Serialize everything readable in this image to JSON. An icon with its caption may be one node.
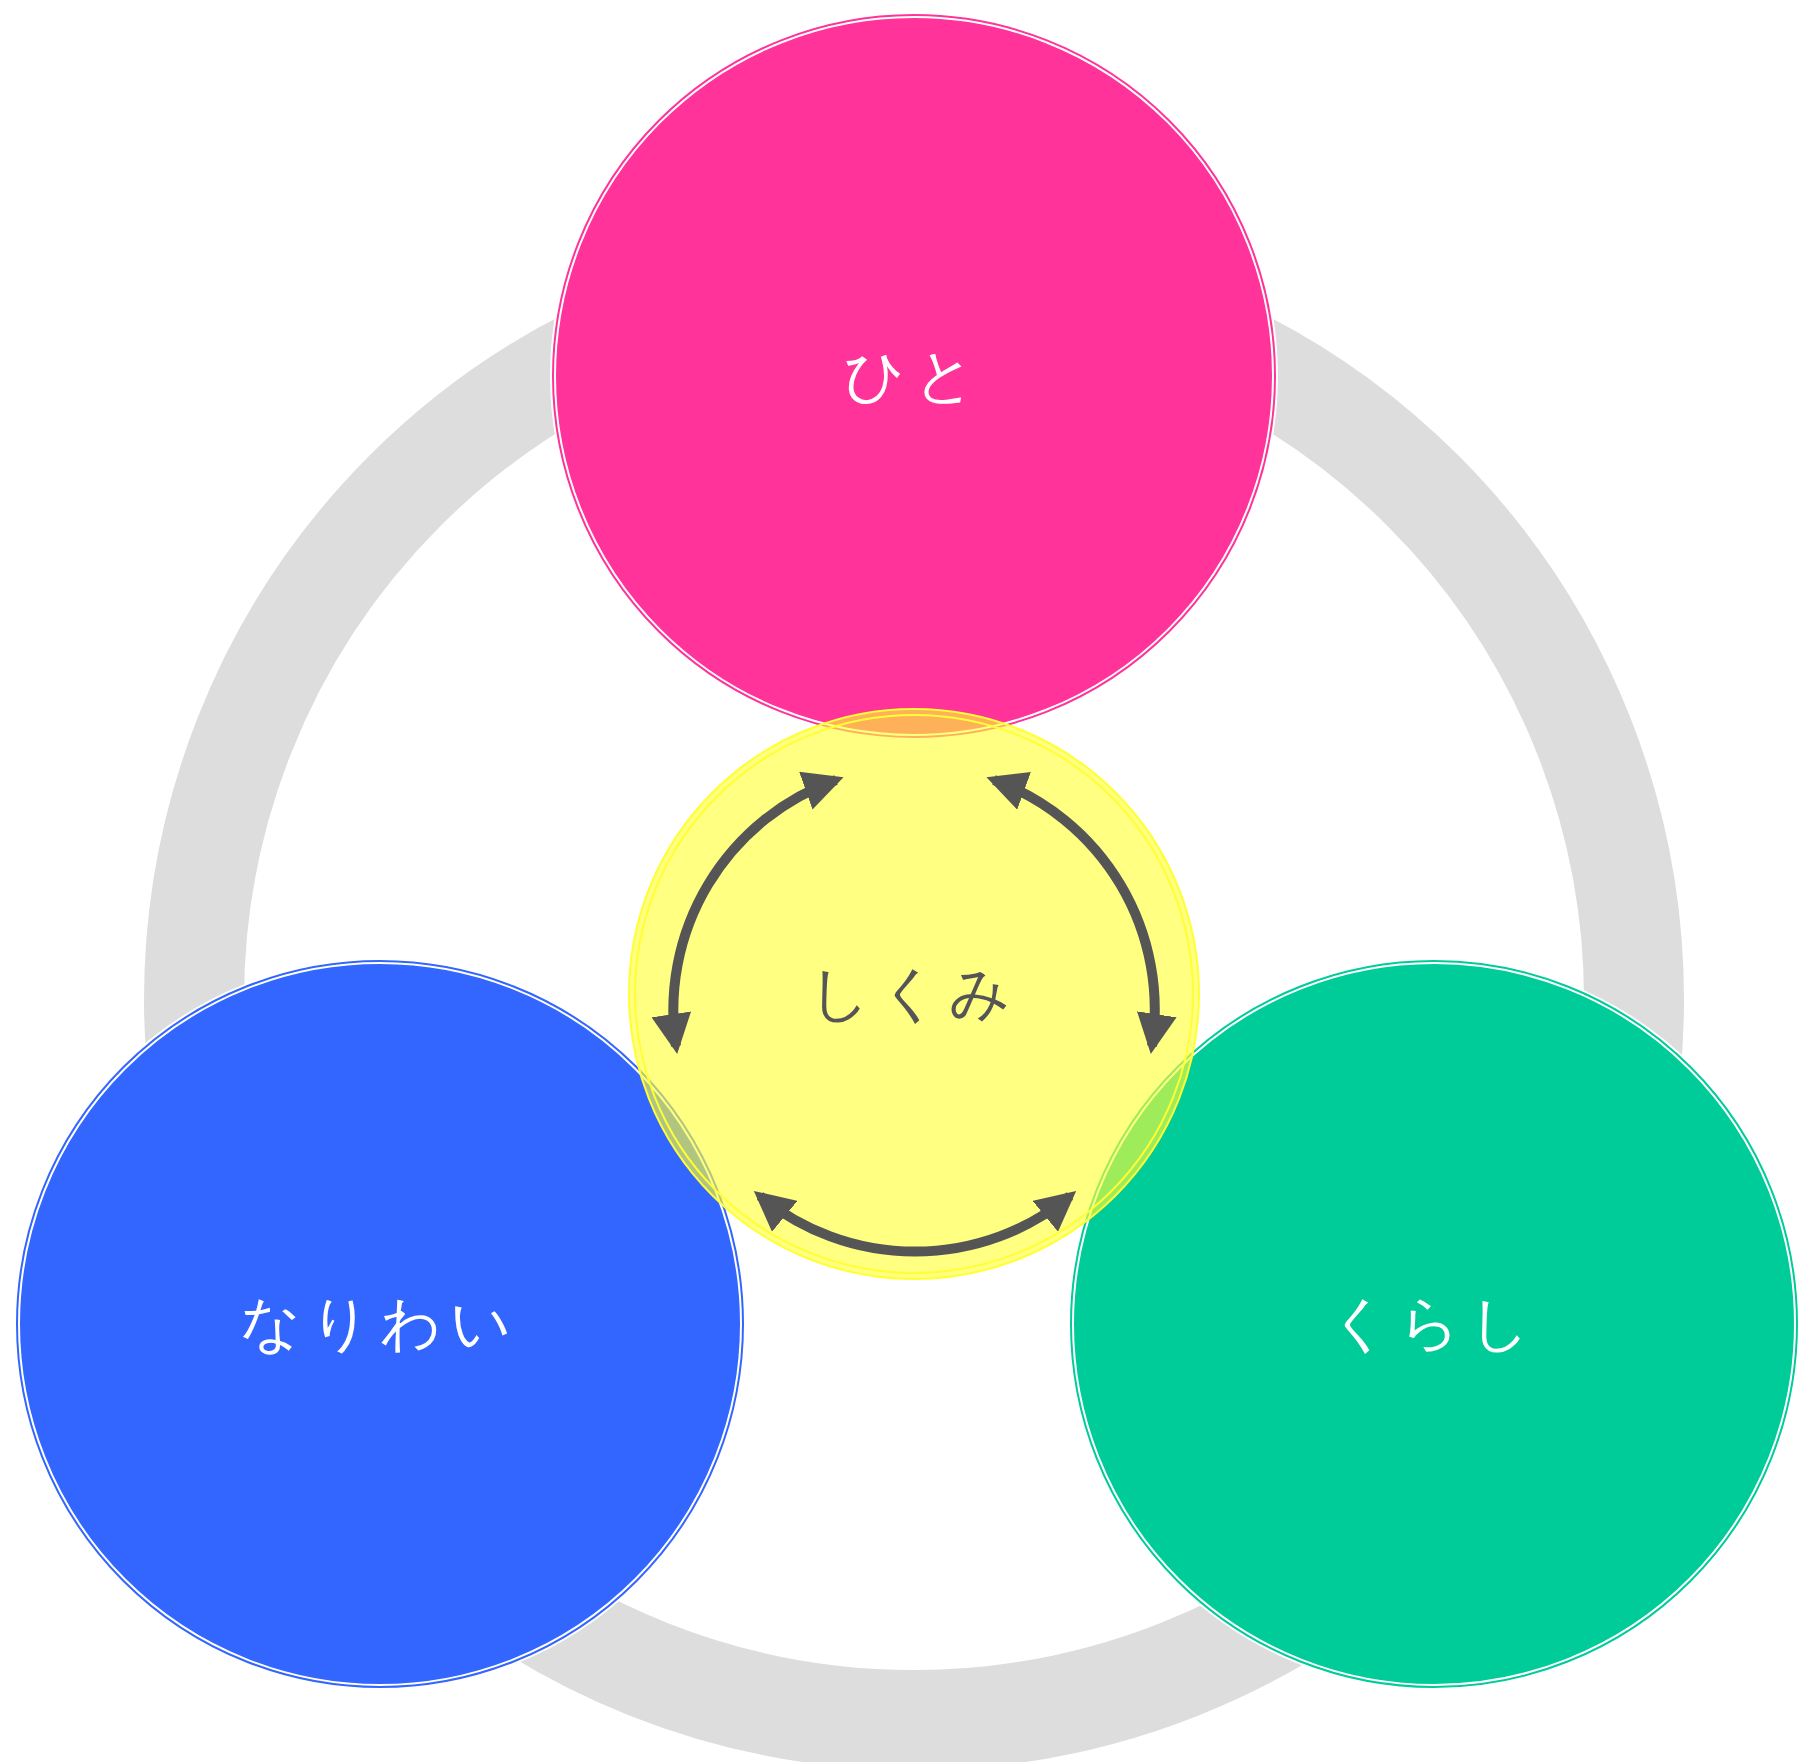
{
  "diagram": {
    "nodes": [
      {
        "text": [
          "ひと"
        ]
      },
      {
        "text": [
          "しくみ"
        ]
      },
      {
        "text": [
          "なりわい"
        ]
      },
      {
        "text": [
          "くらし"
        ]
      }
    ]
  }
}
